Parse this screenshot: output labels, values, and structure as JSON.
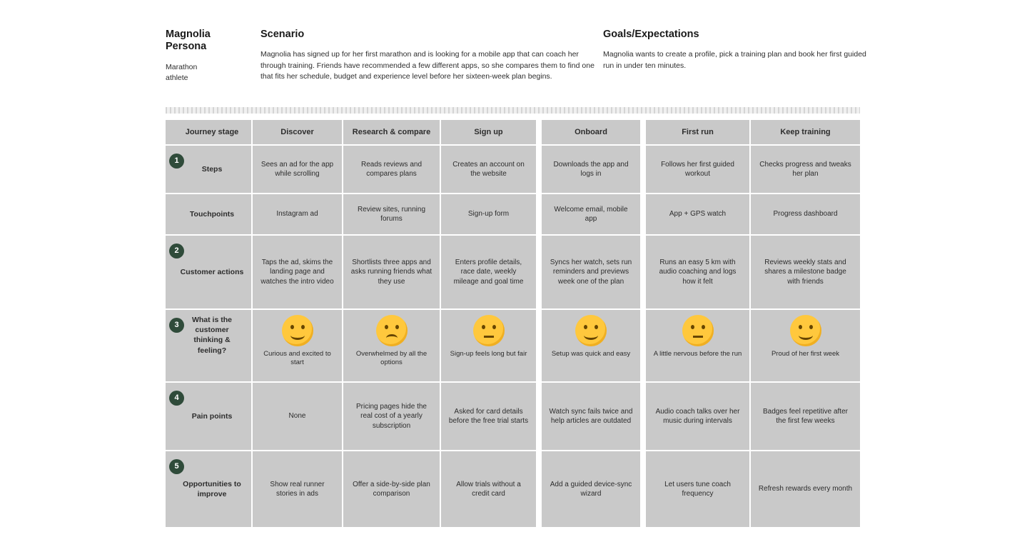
{
  "header": {
    "persona_title": "Magnolia Persona",
    "persona_subtitle": "Marathon\nathlete",
    "scenario_title": "Scenario",
    "scenario_text": "Magnolia has signed up for her first marathon and is looking for a mobile app that can coach her through training. Friends have recommended a few different apps, so she compares them to find one that fits her schedule, budget and experience level before her sixteen-week plan begins.",
    "goals_title": "Goals/Expectations",
    "goals_text": "Magnolia wants to create a profile, pick a training plan and book her first guided run in under ten minutes."
  },
  "table": {
    "corner_header": "Journey stage",
    "stages": [
      "Discover",
      "Research & compare",
      "Sign up",
      "Onboard",
      "First run",
      "Keep training"
    ],
    "rows": {
      "steps": {
        "num": "1",
        "label": "Steps",
        "cells": [
          "Sees an ad for the app while scrolling",
          "Reads reviews and compares plans",
          "Creates an account on the website",
          "Downloads the app and logs in",
          "Follows her first guided workout",
          "Checks progress and tweaks her plan"
        ]
      },
      "touchpoints": {
        "label": "Touchpoints",
        "cells": [
          "Instagram ad",
          "Review sites, running forums",
          "Sign-up form",
          "Welcome email, mobile app",
          "App + GPS watch",
          "Progress dashboard"
        ]
      },
      "actions": {
        "num": "2",
        "label": "Customer actions",
        "cells": [
          "Taps the ad, skims the landing page and watches the intro video",
          "Shortlists three apps and asks running friends what they use",
          "Enters profile details, race date, weekly mileage and goal time",
          "Syncs her watch, sets run reminders and previews week one of the plan",
          "Runs an easy 5 km with audio coaching and logs how it felt",
          "Reviews weekly stats and shares a milestone badge with friends"
        ]
      },
      "feelings": {
        "num": "3",
        "label": "What is the\ncustomer\nthinking &\nfeeling?",
        "cells": [
          {
            "emotion": "happy",
            "caption": "Curious and excited to start"
          },
          {
            "emotion": "sad",
            "caption": "Overwhelmed by all the options"
          },
          {
            "emotion": "neutral",
            "caption": "Sign-up feels long but fair"
          },
          {
            "emotion": "happy",
            "caption": "Setup was quick and easy"
          },
          {
            "emotion": "neutral",
            "caption": "A little nervous before the run"
          },
          {
            "emotion": "happy",
            "caption": "Proud of her first week"
          }
        ]
      },
      "pains": {
        "num": "4",
        "label": "Pain points",
        "cells": [
          "None",
          "Pricing pages hide the real cost of a yearly subscription",
          "Asked for card details before the free trial starts",
          "Watch sync fails twice and help articles are outdated",
          "Audio coach talks over her music during intervals",
          "Badges feel repetitive after the first few weeks"
        ]
      },
      "opportunities": {
        "num": "5",
        "label": "Opportunities to improve",
        "cells": [
          "Show real runner stories in ads",
          "Offer a side-by-side plan comparison",
          "Allow trials without a credit card",
          "Add a guided device-sync wizard",
          "Let users tune coach frequency",
          "Refresh rewards every month"
        ]
      }
    }
  },
  "colors": {
    "note_gray": "#c9c9c9",
    "badge_green": "#2f4b3a",
    "emoji_yellow": "#ffc83d",
    "text_dark": "#2d2d2d"
  }
}
